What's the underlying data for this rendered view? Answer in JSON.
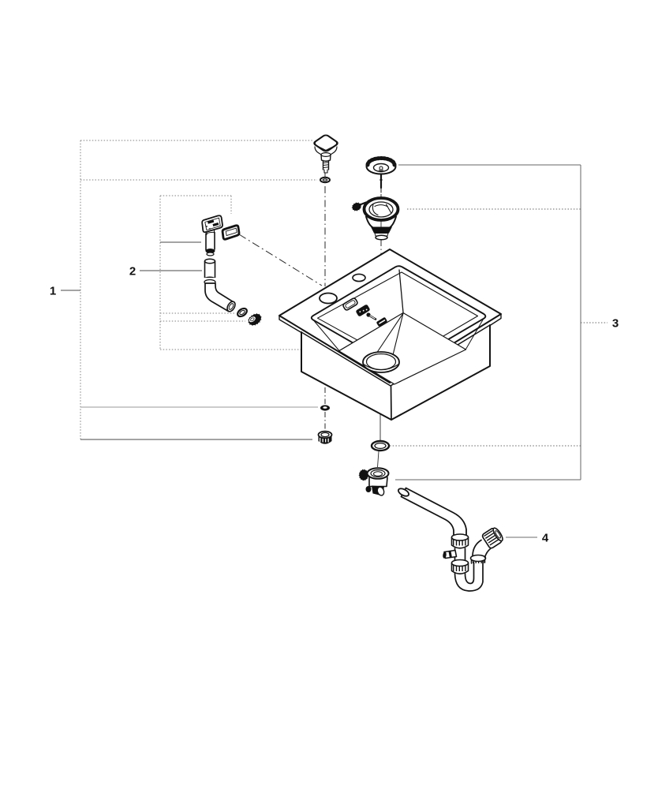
{
  "diagram": {
    "colors": {
      "background": "#ffffff",
      "line": "#141414",
      "frame_line": "#7d7d7d"
    },
    "callouts": [
      {
        "label": "1"
      },
      {
        "label": "2"
      },
      {
        "label": "3"
      },
      {
        "label": "4"
      }
    ]
  }
}
